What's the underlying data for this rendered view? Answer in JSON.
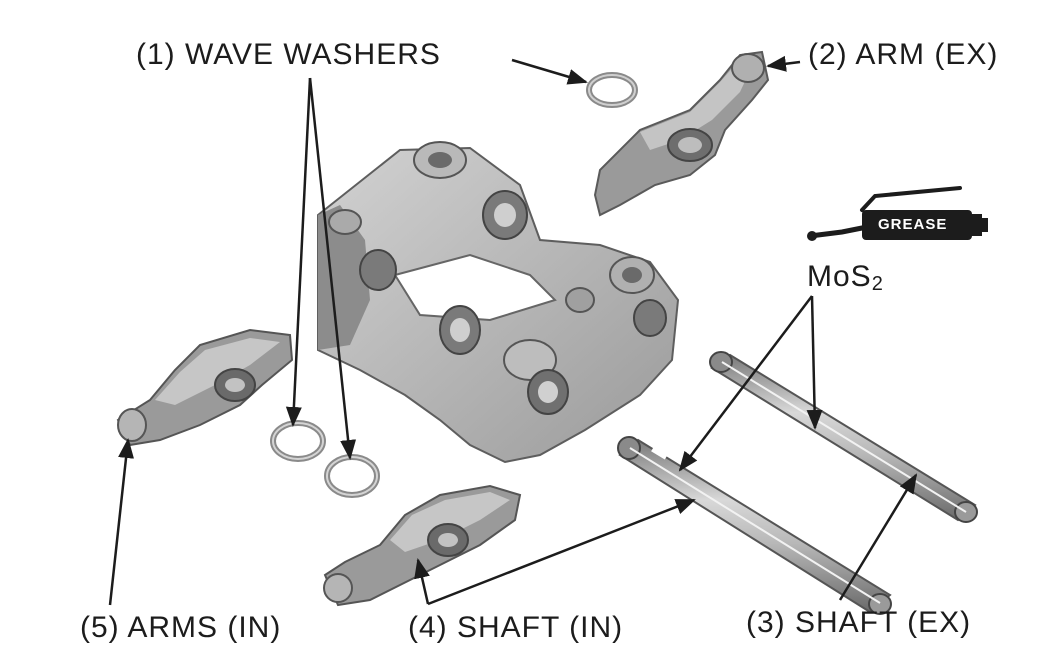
{
  "labels": {
    "wave_washers": "(1) WAVE WASHERS",
    "arm_ex": "(2) ARM (EX)",
    "shaft_ex": "(3) SHAFT (EX)",
    "shaft_in": "(4) SHAFT (IN)",
    "arms_in": "(5) ARMS (IN)",
    "mos2_base": "MoS",
    "mos2_sub": "2"
  },
  "grease_gun": {
    "text": "GREASE"
  },
  "icons": [
    "grease-gun-icon"
  ],
  "colors": {
    "ink": "#1c1c1c",
    "part_light": "#c9c9c9",
    "part_mid": "#a9a9a9",
    "part_dark": "#6e6e6e"
  }
}
